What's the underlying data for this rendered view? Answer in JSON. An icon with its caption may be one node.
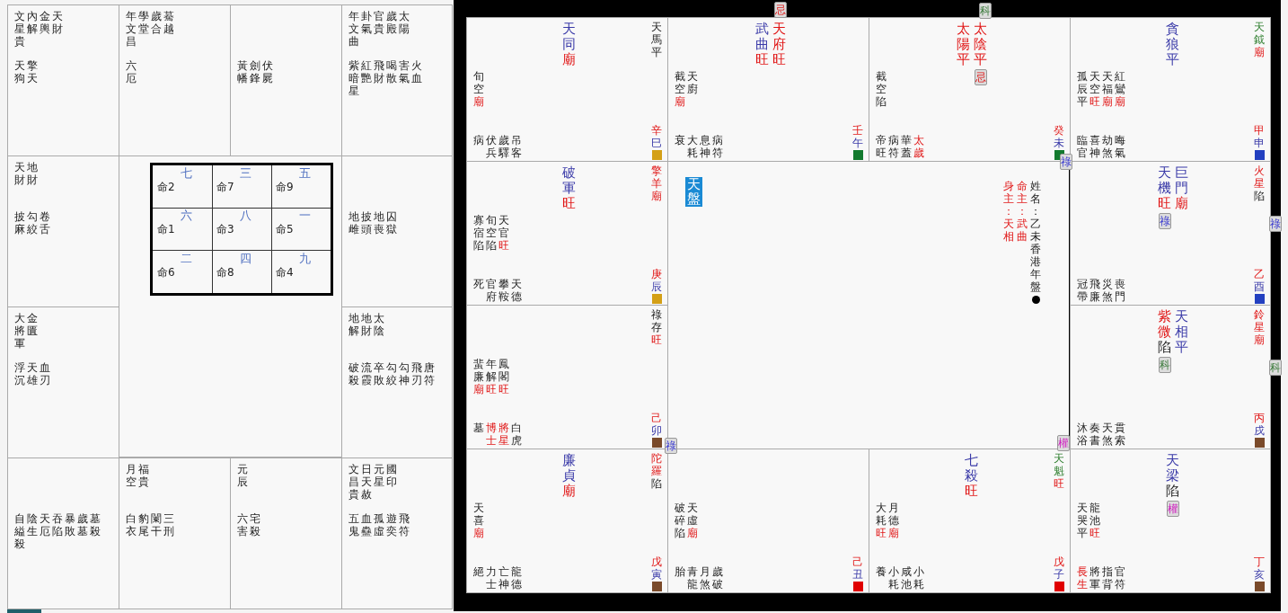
{
  "diagram": {
    "nodes": [
      {
        "text": [
          "文星貴",
          "內解",
          "金輿",
          "天財",
          "天狗",
          "擎天"
        ]
      },
      {
        "text": [
          "年文昌",
          "學堂",
          "歲合",
          "驀越",
          "六厄"
        ]
      },
      {
        "text": [
          "黃幡",
          "劍鋒",
          "伏屍"
        ]
      },
      {
        "text": [
          "年文曲",
          "卦氣",
          "官貴",
          "歲殿",
          "太陽",
          "紫暗星",
          "紅艷",
          "飛財",
          "喝散",
          "害氣",
          "火血"
        ]
      },
      {
        "text": [
          "天財",
          "地財",
          "披麻",
          "勾絞",
          "卷舌"
        ]
      },
      {
        "text": [],
        "shape": "box"
      },
      {
        "text": [
          "七",
          "命2"
        ],
        "in": 5
      },
      {
        "text": [
          "三",
          "命7"
        ],
        "in": 5
      },
      {
        "text": [
          "五",
          "命9"
        ],
        "in": 5
      },
      {
        "text": [
          "六",
          "命1"
        ],
        "in": 5
      },
      {
        "text": [
          "八",
          "命3"
        ],
        "in": 5
      },
      {
        "text": [
          "一",
          "命5"
        ],
        "in": 5
      },
      {
        "text": [
          "二",
          "命6"
        ],
        "in": 5
      },
      {
        "text": [
          "四",
          "命8"
        ],
        "in": 5
      },
      {
        "text": [
          "九",
          "命4"
        ],
        "in": 5
      },
      {
        "text": [
          "地雌",
          "披頭",
          "地喪",
          "囚獄"
        ]
      },
      {
        "text": [
          "大將軍",
          "金匱",
          "浮沉",
          "天雄",
          "血刃"
        ]
      },
      {
        "text": [
          "地解",
          "地財",
          "太陰",
          "破殺",
          "流霞",
          "卒敗",
          "勾絞",
          "勾神",
          "飛刃",
          "唐符"
        ]
      },
      {
        "text": [
          "自縊殺",
          "陰生",
          "天厄",
          "吞陷",
          "暴敗",
          "歲墓",
          "墓殺"
        ]
      },
      {
        "text": [
          "月空",
          "福貴",
          "白衣",
          "豹尾",
          "闌干",
          "三刑"
        ]
      },
      {
        "text": [
          "元辰",
          "六害",
          "宅殺"
        ]
      },
      {
        "text": [
          "文昌貴",
          "日天赦",
          "元星",
          "國印",
          "五鬼",
          "血蠱",
          "孤虛",
          "遊奕",
          "飛符"
        ]
      },
      {
        "text": [
          "天同廟",
          "天馬平",
          "旬空廟",
          "病",
          "伏兵",
          "歲驛",
          "吊客",
          "辛巳"
        ]
      },
      {
        "text": [
          "武曲旺",
          "天府旺",
          "截空廟",
          "天廚",
          "衰",
          "大耗",
          "息神",
          "病符",
          "壬午"
        ]
      },
      {
        "text": [
          "太陽平",
          "太陰平",
          "截空陷",
          "帝旺",
          "病符",
          "華蓋",
          "太歲",
          "癸未"
        ]
      },
      {
        "text": [
          "貪狼平",
          "天鉞廟",
          "孤辰平",
          "天空旺",
          "天福廟",
          "紅鸞廟",
          "臨官",
          "喜神",
          "劫煞",
          "晦氣",
          "甲申"
        ]
      },
      {
        "text": [
          "破軍旺",
          "擎羊廟",
          "寡宿陷",
          "旬空陷",
          "天官旺",
          "死",
          "官府",
          "攀鞍",
          "天德",
          "庚辰"
        ]
      },
      {
        "text": [
          "身主：天相",
          "命主：武曲",
          "姓名：乙未香港年盤"
        ]
      },
      {
        "text": [
          "天盤"
        ],
        "in": 27
      },
      {
        "text": [
          "天機旺",
          "巨門廟",
          "火星陷",
          "冠帶",
          "飛廉",
          "災煞",
          "喪門",
          "乙酉"
        ]
      },
      {
        "text": [
          "祿存旺",
          "蜚廉廟",
          "年解旺",
          "鳳閣旺",
          "墓",
          "博士",
          "將星",
          "白虎",
          "己卯"
        ]
      },
      {
        "text": [
          "紫微陷",
          "天相平",
          "鈴星廟",
          "沐浴",
          "奏書",
          "天煞",
          "貫索",
          "丙戌"
        ]
      },
      {
        "text": [
          "廉貞廟",
          "陀羅陷",
          "天喜廟",
          "絕",
          "力士",
          "亡神",
          "龍德",
          "戊寅"
        ]
      },
      {
        "text": [
          "破碎陷",
          "天虛廟",
          "胎",
          "青龍",
          "月煞",
          "歲破",
          "己丑"
        ]
      },
      {
        "text": [
          "七殺旺",
          "天魁旺",
          "大耗旺",
          "月德廟",
          "養",
          "小耗",
          "咸池",
          "小耗",
          "戊子"
        ]
      },
      {
        "text": [
          "天梁陷",
          "天哭平",
          "龍池旺",
          "長生",
          "將軍",
          "指背",
          "官符",
          "丁亥"
        ]
      },
      {
        "text": [
          "忌"
        ],
        "in": 24
      },
      {
        "text": [
          "祿"
        ],
        "in": 29
      },
      {
        "text": [
          "科"
        ],
        "in": 31
      },
      {
        "text": [
          "權"
        ],
        "in": 35
      },
      {
        "text": [
          "忌"
        ]
      },
      {
        "text": [
          "科"
        ]
      },
      {
        "text": [
          "祿"
        ]
      },
      {
        "text": [
          "祿"
        ]
      },
      {
        "text": [
          "科"
        ]
      },
      {
        "text": [
          "祿"
        ]
      },
      {
        "text": [
          "權"
        ]
      }
    ]
  }
}
